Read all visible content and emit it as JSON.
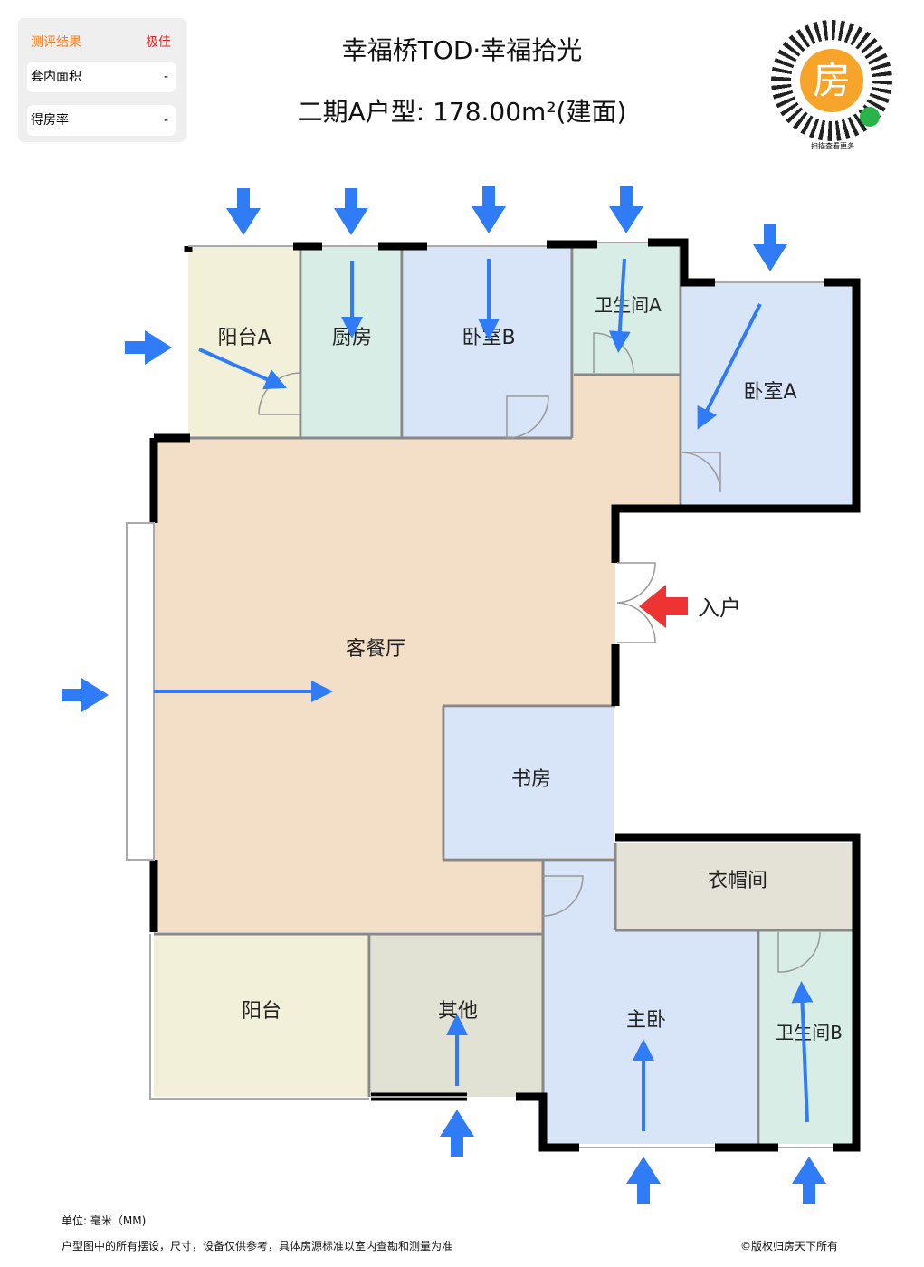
{
  "panel": {
    "header_label": "测评结果",
    "header_value": "极佳",
    "rows": [
      {
        "label": "套内面积",
        "value": "-"
      },
      {
        "label": "得房率",
        "value": "-"
      }
    ]
  },
  "title": {
    "line1": "幸福桥TOD·幸福拾光",
    "line2": "二期A户型: 178.00m²(建面)"
  },
  "qr": {
    "logo_char": "房",
    "caption": "扫描查看更多"
  },
  "rooms": {
    "balcony_a": "阳台A",
    "kitchen": "厨房",
    "bedroom_b": "卧室B",
    "bathroom_a": "卫生间A",
    "bedroom_a": "卧室A",
    "living": "客餐厅",
    "entry": "入户",
    "study": "书房",
    "cloakroom": "衣帽间",
    "master": "主卧",
    "bathroom_b": "卫生间B",
    "balcony": "阳台",
    "other": "其他"
  },
  "footer": {
    "unit": "单位: 毫米（MM)",
    "disclaimer": "户型图中的所有摆设，尺寸，设备仅供参考，具体房源标准以室内查勘和测量为准",
    "copyright": "©版权归房天下所有"
  },
  "colors": {
    "arrow": "#2f7cf6",
    "entry_arrow": "#ee3333",
    "accent_orange": "#ff7a1a",
    "accent_red": "#ee2222"
  }
}
